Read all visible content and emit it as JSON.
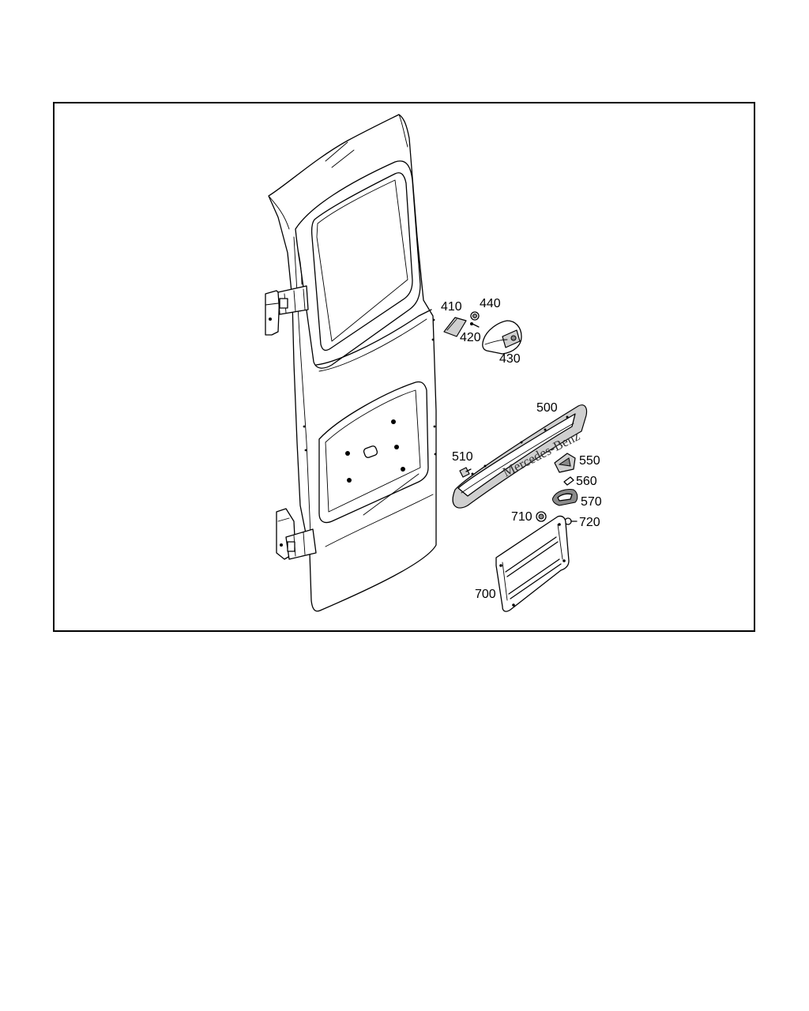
{
  "diagram": {
    "callouts": {
      "c410": "410",
      "c440": "440",
      "c420": "420",
      "c430": "430",
      "c500": "500",
      "c510": "510",
      "c550": "550",
      "c560": "560",
      "c570": "570",
      "c710": "710",
      "c720": "720",
      "c700": "700"
    },
    "logo_text": "Mercedes-Benz"
  }
}
